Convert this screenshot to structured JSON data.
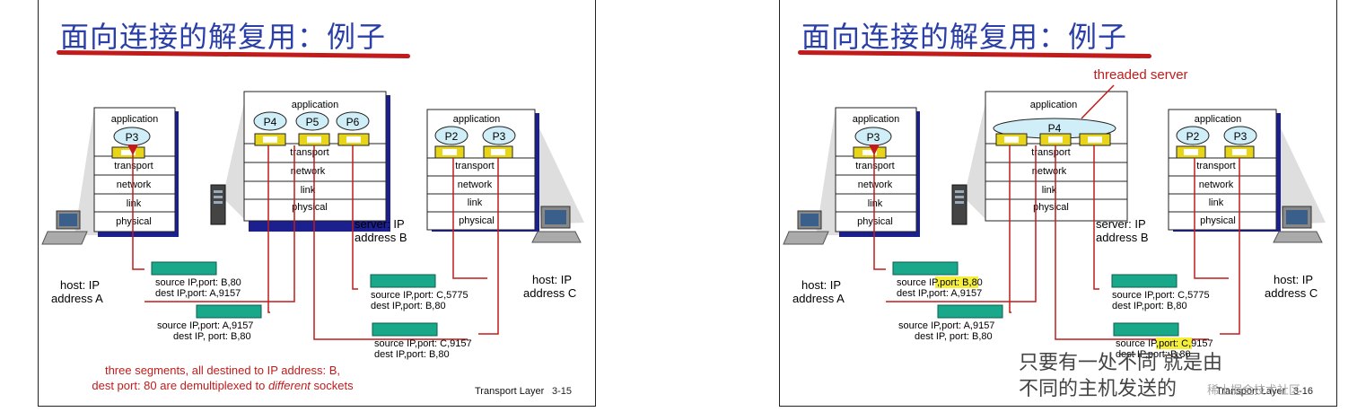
{
  "left": {
    "title": "面向连接的解复用：例子",
    "app_label": "application",
    "layers": [
      "transport",
      "network",
      "link",
      "physical"
    ],
    "host_a_procs": [
      "P3"
    ],
    "server_procs": [
      "P4",
      "P5",
      "P6"
    ],
    "host_c_procs": [
      "P2",
      "P3"
    ],
    "host_a_label": [
      "host: IP",
      "address A"
    ],
    "server_label": [
      "server: IP",
      "address B"
    ],
    "host_c_label": [
      "host: IP",
      "address C"
    ],
    "seg1": [
      "source IP,port: B,80",
      "dest IP,port: A,9157"
    ],
    "seg2": [
      "source IP,port: A,9157",
      "dest IP, port: B,80"
    ],
    "seg3": [
      "source IP,port: C,5775",
      "dest IP,port: B,80"
    ],
    "seg4": [
      "source IP,port: C,9157",
      "dest IP,port: B,80"
    ],
    "note_line1": "three segments, all destined to IP address: B,",
    "note_line2_a": "dest port: 80 are demultiplexed to ",
    "note_line2_b": "different",
    "note_line2_c": " sockets",
    "footer": "Transport Layer",
    "page": "3-15"
  },
  "right": {
    "title": "面向连接的解复用：例子",
    "threaded_label": "threaded server",
    "server_proc": "P4",
    "footer": "Transport Layer",
    "page": "3-16"
  },
  "overlay": {
    "line1": "只要有一处不同 就是由",
    "line2": "不同的主机发送的",
    "watermark": "稀土掘金技术社区"
  },
  "colors": {
    "title": "#2b3fa8",
    "accent_red": "#c21b1b",
    "segment": "#1aa88a",
    "socket": "#e8d51a",
    "process": "#cfeef7",
    "stack_shadow": "#1c1f8e"
  }
}
